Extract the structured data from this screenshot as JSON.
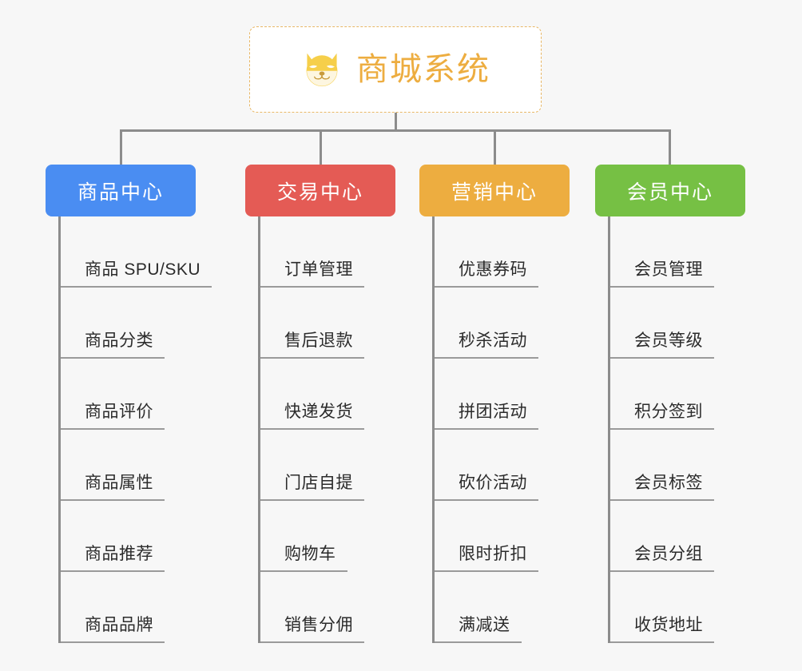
{
  "page": {
    "background": "#f7f7f7",
    "line_color": "#8c8c8c"
  },
  "root": {
    "title": "商城系统",
    "icon": "dog-face-icon",
    "text_color": "#edad40",
    "border_color": "#e8b765",
    "background": "#ffffff"
  },
  "categories": [
    {
      "label": "商品中心",
      "color": "#4a8df2",
      "items": [
        "商品 SPU/SKU",
        "商品分类",
        "商品评价",
        "商品属性",
        "商品推荐",
        "商品品牌"
      ]
    },
    {
      "label": "交易中心",
      "color": "#e45b55",
      "items": [
        "订单管理",
        "售后退款",
        "快递发货",
        "门店自提",
        "购物车",
        "销售分佣"
      ]
    },
    {
      "label": "营销中心",
      "color": "#edad40",
      "items": [
        "优惠券码",
        "秒杀活动",
        "拼团活动",
        "砍价活动",
        "限时折扣",
        "满减送"
      ]
    },
    {
      "label": "会员中心",
      "color": "#76c044",
      "items": [
        "会员管理",
        "会员等级",
        "积分签到",
        "会员标签",
        "会员分组",
        "收货地址"
      ]
    }
  ]
}
